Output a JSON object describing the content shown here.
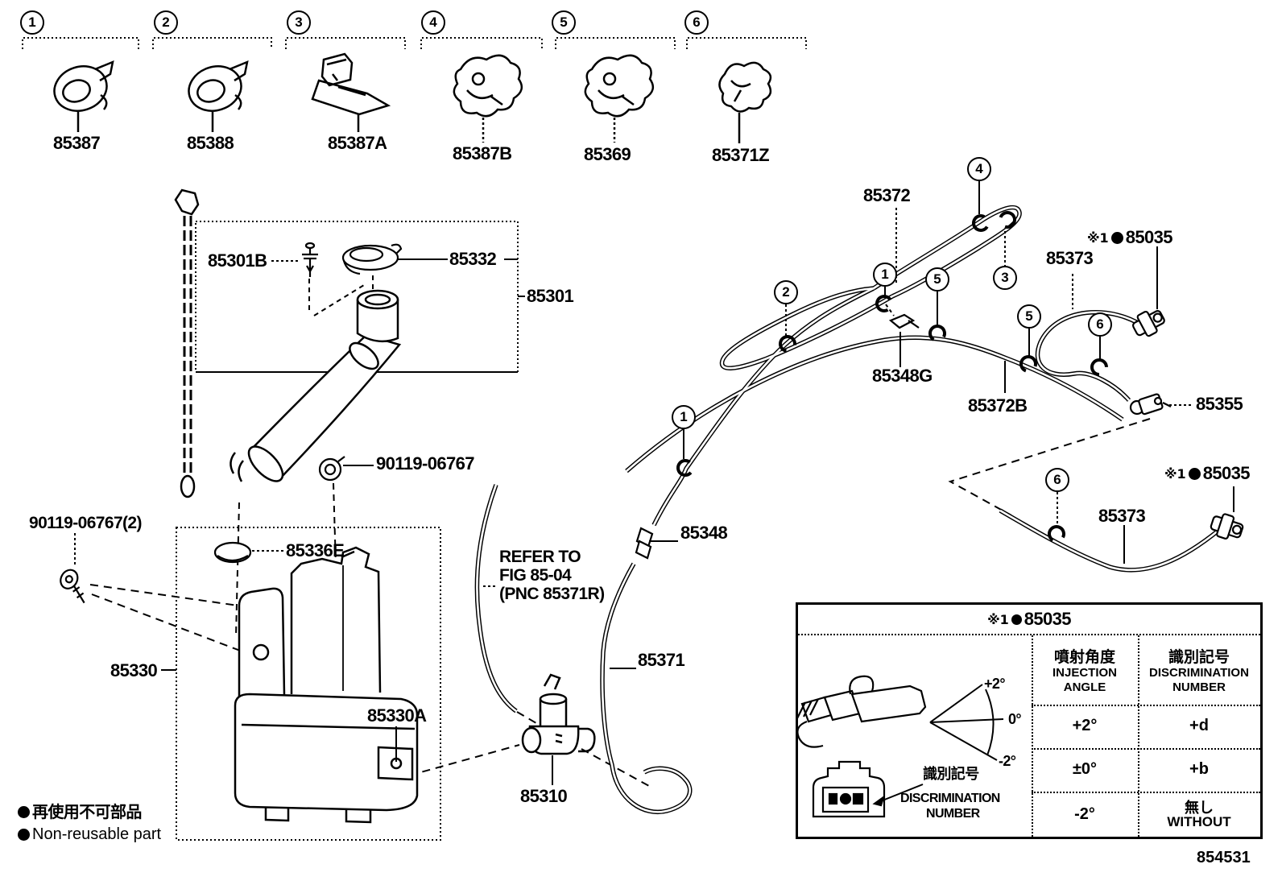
{
  "colors": {
    "ink": "#000000",
    "paper": "#ffffff"
  },
  "figure_number": "854531",
  "legend_items": [
    {
      "num": "1",
      "part": "85387"
    },
    {
      "num": "2",
      "part": "85388"
    },
    {
      "num": "3",
      "part": "85387A"
    },
    {
      "num": "4",
      "part": "85387B"
    },
    {
      "num": "5",
      "part": "85369"
    },
    {
      "num": "6",
      "part": "85371Z"
    }
  ],
  "figure_callouts": [
    "1",
    "2",
    "1",
    "5",
    "4",
    "3",
    "5",
    "6",
    "6"
  ],
  "parts": {
    "p85301B": "85301B",
    "p85332": "85332",
    "p85301": "85301",
    "p90119": "90119-06767",
    "p90119x2": "90119-06767(2)",
    "p85336E": "85336E",
    "p85330": "85330",
    "p85330A": "85330A",
    "p85310": "85310",
    "p85348": "85348",
    "p85371": "85371",
    "p85372": "85372",
    "p85348G": "85348G",
    "p85372B": "85372B",
    "p85373_upper": "85373",
    "p85355": "85355",
    "p85373_lower": "85373"
  },
  "refer_note": {
    "line1": "REFER TO",
    "line2": "FIG 85-04",
    "line3": "(PNC 85371R)"
  },
  "ref85035_upper": {
    "prefix": "※1",
    "part": "85035"
  },
  "ref85035_lower": {
    "prefix": "※1",
    "part": "85035"
  },
  "footnotes": {
    "jp": "再使用不可部品",
    "en": "Non-reusable part"
  },
  "table": {
    "title_prefix": "※1",
    "title_part": "85035",
    "col_angle_jp": "噴射角度",
    "col_angle_en1": "INJECTION",
    "col_angle_en2": "ANGLE",
    "col_mark_jp": "識別記号",
    "col_mark_en1": "DISCRIMINATION",
    "col_mark_en2": "NUMBER",
    "rows": [
      {
        "angle": "+2°",
        "mark": "+d"
      },
      {
        "angle": "±0°",
        "mark": "+b"
      },
      {
        "angle": "-2°",
        "mark": "無し",
        "mark_sub": "WITHOUT"
      }
    ],
    "diagram": {
      "angle_top": "+2°",
      "angle_mid": "0°",
      "angle_bottom": "-2°",
      "callout_jp": "識別記号",
      "callout_en1": "DISCRIMINATION",
      "callout_en2": "NUMBER"
    }
  }
}
